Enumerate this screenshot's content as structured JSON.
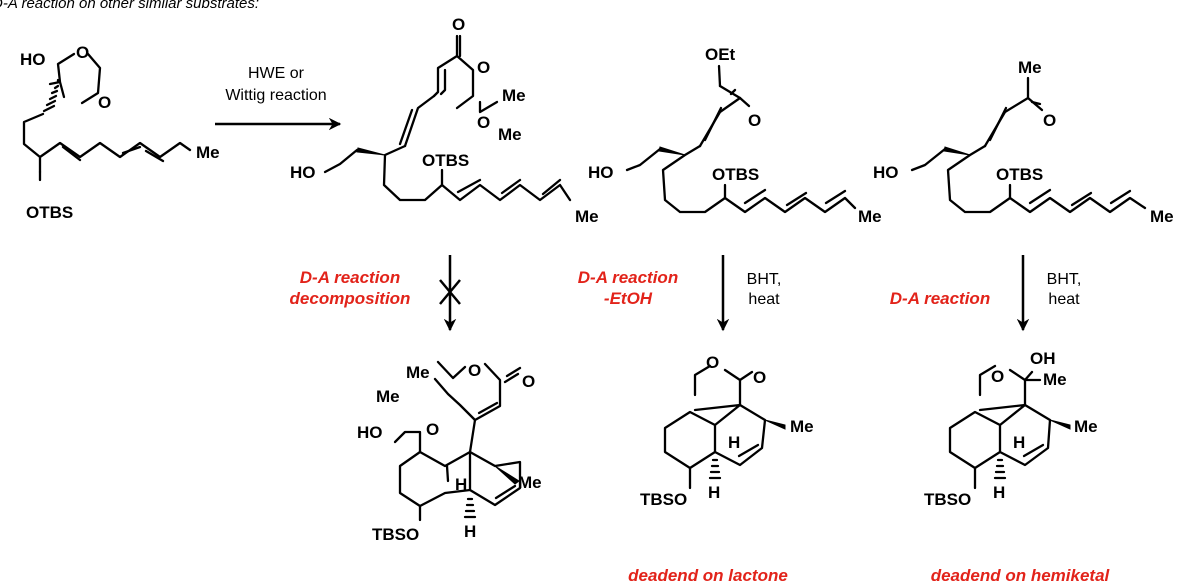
{
  "caption": "D-A reaction on other similar substrates:",
  "arrows": {
    "top": {
      "line1": "HWE or",
      "line2": "Wittig reaction"
    },
    "left": {
      "red1": "D-A reaction",
      "red2": "decomposition"
    },
    "middle": {
      "red1": "D-A reaction",
      "red2": "-EtOH",
      "cond1": "BHT,",
      "cond2": "heat"
    },
    "right": {
      "red1": "D-A reaction",
      "cond1": "BHT,",
      "cond2": "heat"
    }
  },
  "outcomes": {
    "middle": "deadend on lactone",
    "right": "deadend on hemiketal"
  },
  "atoms": {
    "sm": {
      "ho": "HO",
      "o1": "O",
      "o2": "O",
      "otbs": "OTBS",
      "me": "Me"
    },
    "dioxinone": {
      "o_carbonyl": "O",
      "o_ring1": "O",
      "o_ring2": "O",
      "me1": "Me",
      "me2": "Me",
      "ho": "HO",
      "otbs": "OTBS",
      "me_tail": "Me"
    },
    "ester": {
      "oet": "OEt",
      "o": "O",
      "ho": "HO",
      "otbs": "OTBS",
      "me_tail": "Me"
    },
    "ketone": {
      "me_top": "Me",
      "o": "O",
      "ho": "HO",
      "otbs": "OTBS",
      "me_tail": "Me"
    },
    "p1": {
      "me1": "Me",
      "me2": "Me",
      "o_ring1": "O",
      "o_ring2": "O",
      "o_carbonyl": "O",
      "ho": "HO",
      "h1": "H",
      "h2": "H",
      "me": "Me",
      "tbso": "TBSO"
    },
    "p2": {
      "o_ring": "O",
      "o_carbonyl": "O",
      "me": "Me",
      "h1": "H",
      "h2": "H",
      "tbso": "TBSO"
    },
    "p3": {
      "o_ring": "O",
      "oh": "OH",
      "me_ketal": "Me",
      "me": "Me",
      "h1": "H",
      "h2": "H",
      "tbso": "TBSO"
    }
  }
}
